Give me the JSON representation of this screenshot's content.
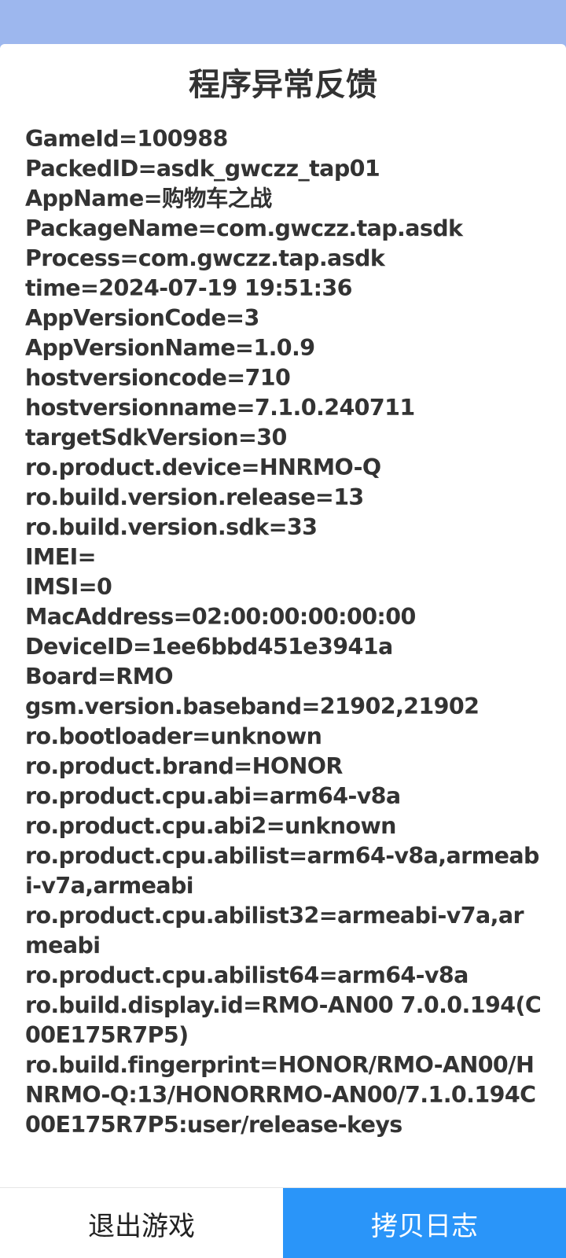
{
  "dialog": {
    "title": "程序异常反馈",
    "log_lines": [
      "GameId=100988",
      "PackedID=asdk_gwczz_tap01",
      "AppName=购物车之战",
      "PackageName=com.gwczz.tap.asdk",
      "Process=com.gwczz.tap.asdk",
      "time=2024-07-19 19:51:36",
      "AppVersionCode=3",
      "AppVersionName=1.0.9",
      "hostversioncode=710",
      "hostversionname=7.1.0.240711",
      "targetSdkVersion=30",
      "ro.product.device=HNRMO-Q",
      "ro.build.version.release=13",
      "ro.build.version.sdk=33",
      "IMEI=",
      "IMSI=0",
      "MacAddress=02:00:00:00:00:00",
      "DeviceID=1ee6bbd451e3941a",
      "Board=RMO",
      "gsm.version.baseband=21902,21902",
      "ro.bootloader=unknown",
      "ro.product.brand=HONOR",
      "ro.product.cpu.abi=arm64-v8a",
      "ro.product.cpu.abi2=unknown",
      "ro.product.cpu.abilist=arm64-v8a,armeabi-v7a,armeabi",
      "ro.product.cpu.abilist32=armeabi-v7a,armeabi",
      "ro.product.cpu.abilist64=arm64-v8a",
      "ro.build.display.id=RMO-AN00 7.0.0.194(C00E175R7P5)",
      "ro.build.fingerprint=HONOR/RMO-AN00/HNRMO-Q:13/HONORRMO-AN00/7.1.0.194C00E175R7P5:user/release-keys"
    ]
  },
  "buttons": {
    "exit_label": "退出游戏",
    "copy_label": "拷贝日志"
  },
  "colors": {
    "top_bar": "#9db7ee",
    "copy_button": "#2a95f9",
    "text": "#333333"
  }
}
